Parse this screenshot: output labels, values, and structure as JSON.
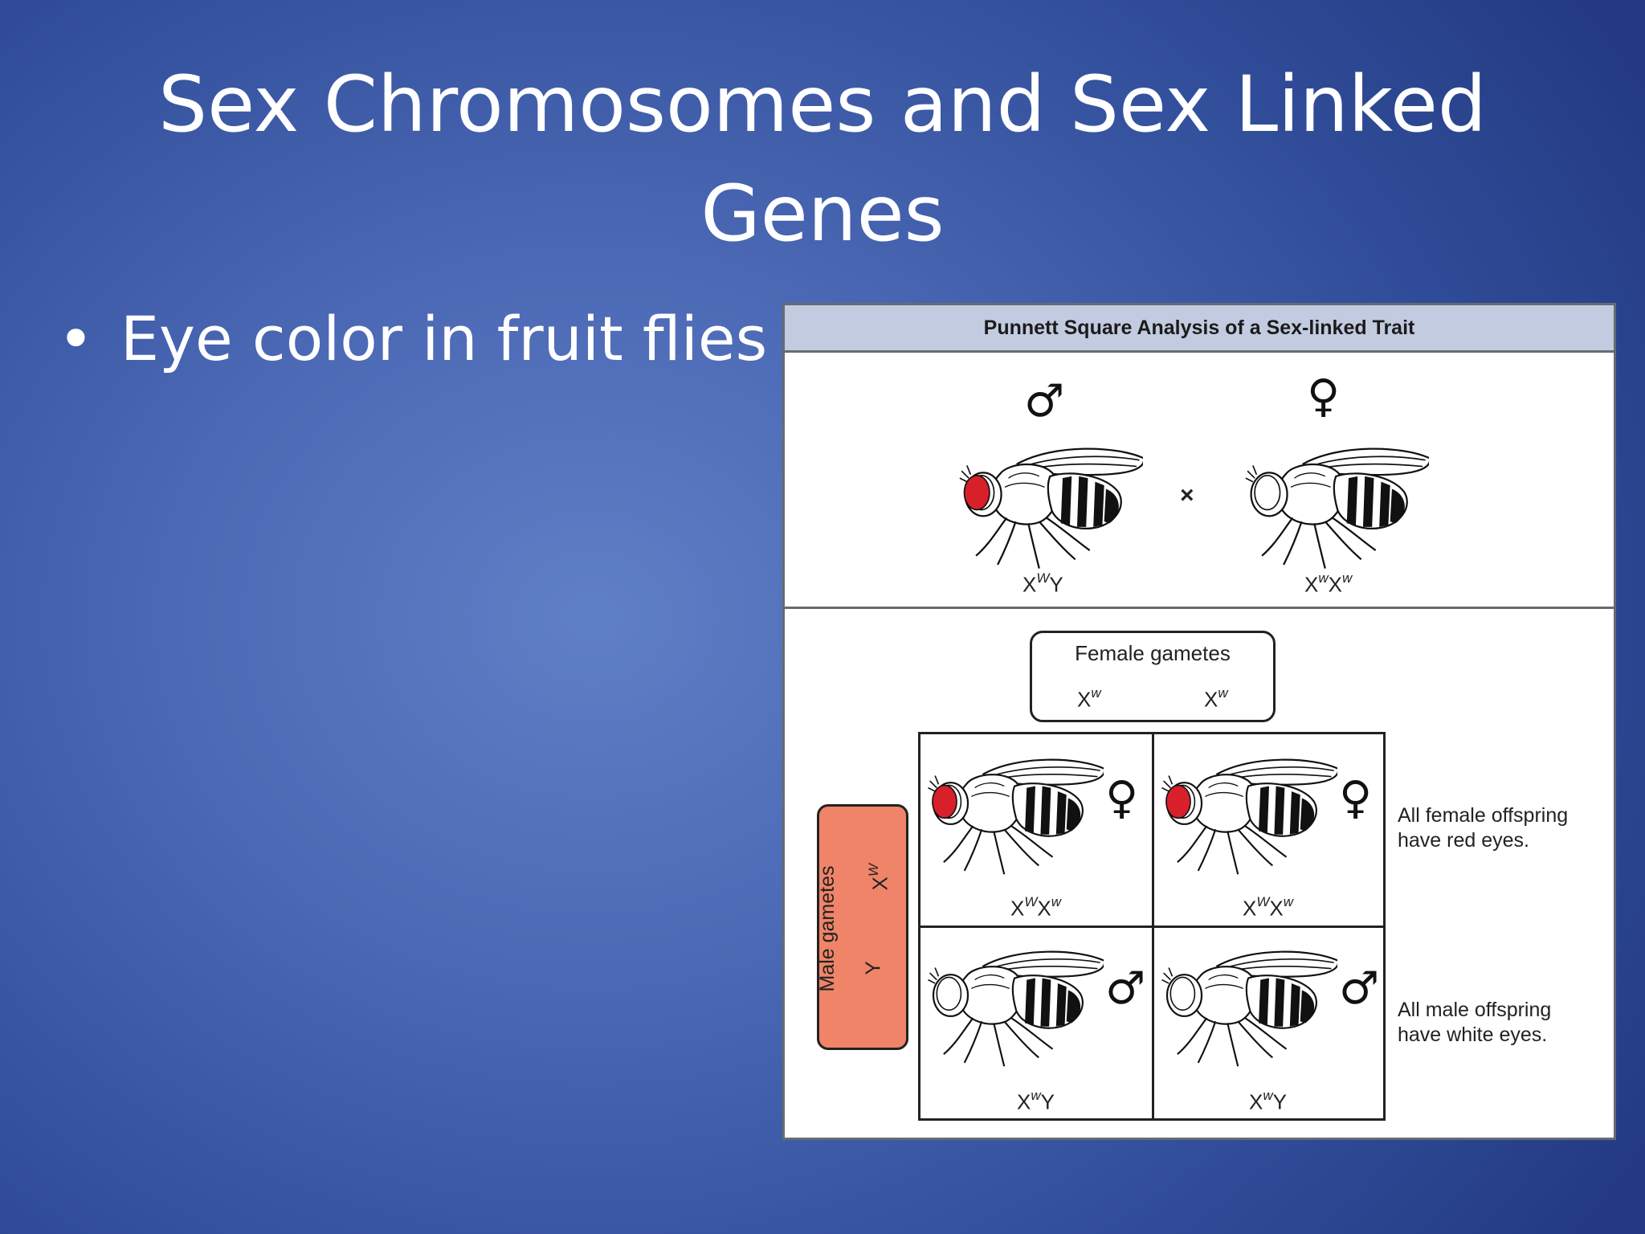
{
  "slide": {
    "title": "Sex Chromosomes and Sex Linked Genes",
    "bullet": "Eye color in fruit flies"
  },
  "figure": {
    "header": "Punnett Square Analysis of a Sex-linked Trait",
    "cross_symbol": "×",
    "parents": {
      "male": {
        "symbol": "♂",
        "genotype_base": "X",
        "genotype_sup": "W",
        "genotype_tail": "Y",
        "eye": "red"
      },
      "female": {
        "symbol": "♀",
        "genotype_base": "X",
        "genotype_sup": "w",
        "genotype_mid": "X",
        "genotype_sup2": "w",
        "eye": "white"
      }
    },
    "female_gametes": {
      "label": "Female gametes",
      "g1_base": "X",
      "g1_sup": "w",
      "g2_base": "X",
      "g2_sup": "w"
    },
    "male_gametes": {
      "label": "Male gametes",
      "g1_base": "X",
      "g1_sup": "W",
      "g2": "Y"
    },
    "offspring": [
      {
        "symbol": "♀",
        "base": "X",
        "sup": "W",
        "mid": "X",
        "sup2": "w",
        "eye": "red"
      },
      {
        "symbol": "♀",
        "base": "X",
        "sup": "W",
        "mid": "X",
        "sup2": "w",
        "eye": "red"
      },
      {
        "symbol": "♂",
        "base": "X",
        "sup": "w",
        "tail": "Y",
        "eye": "white"
      },
      {
        "symbol": "♂",
        "base": "X",
        "sup": "w",
        "tail": "Y",
        "eye": "white"
      }
    ],
    "notes": {
      "female": [
        "All female offspring",
        "have red eyes."
      ],
      "male": [
        "All male offspring",
        "have white eyes."
      ]
    },
    "colors": {
      "red_eye": "#d8202a",
      "male_gamete_box": "#ef8468",
      "header_bg": "#c3cbe0"
    }
  }
}
